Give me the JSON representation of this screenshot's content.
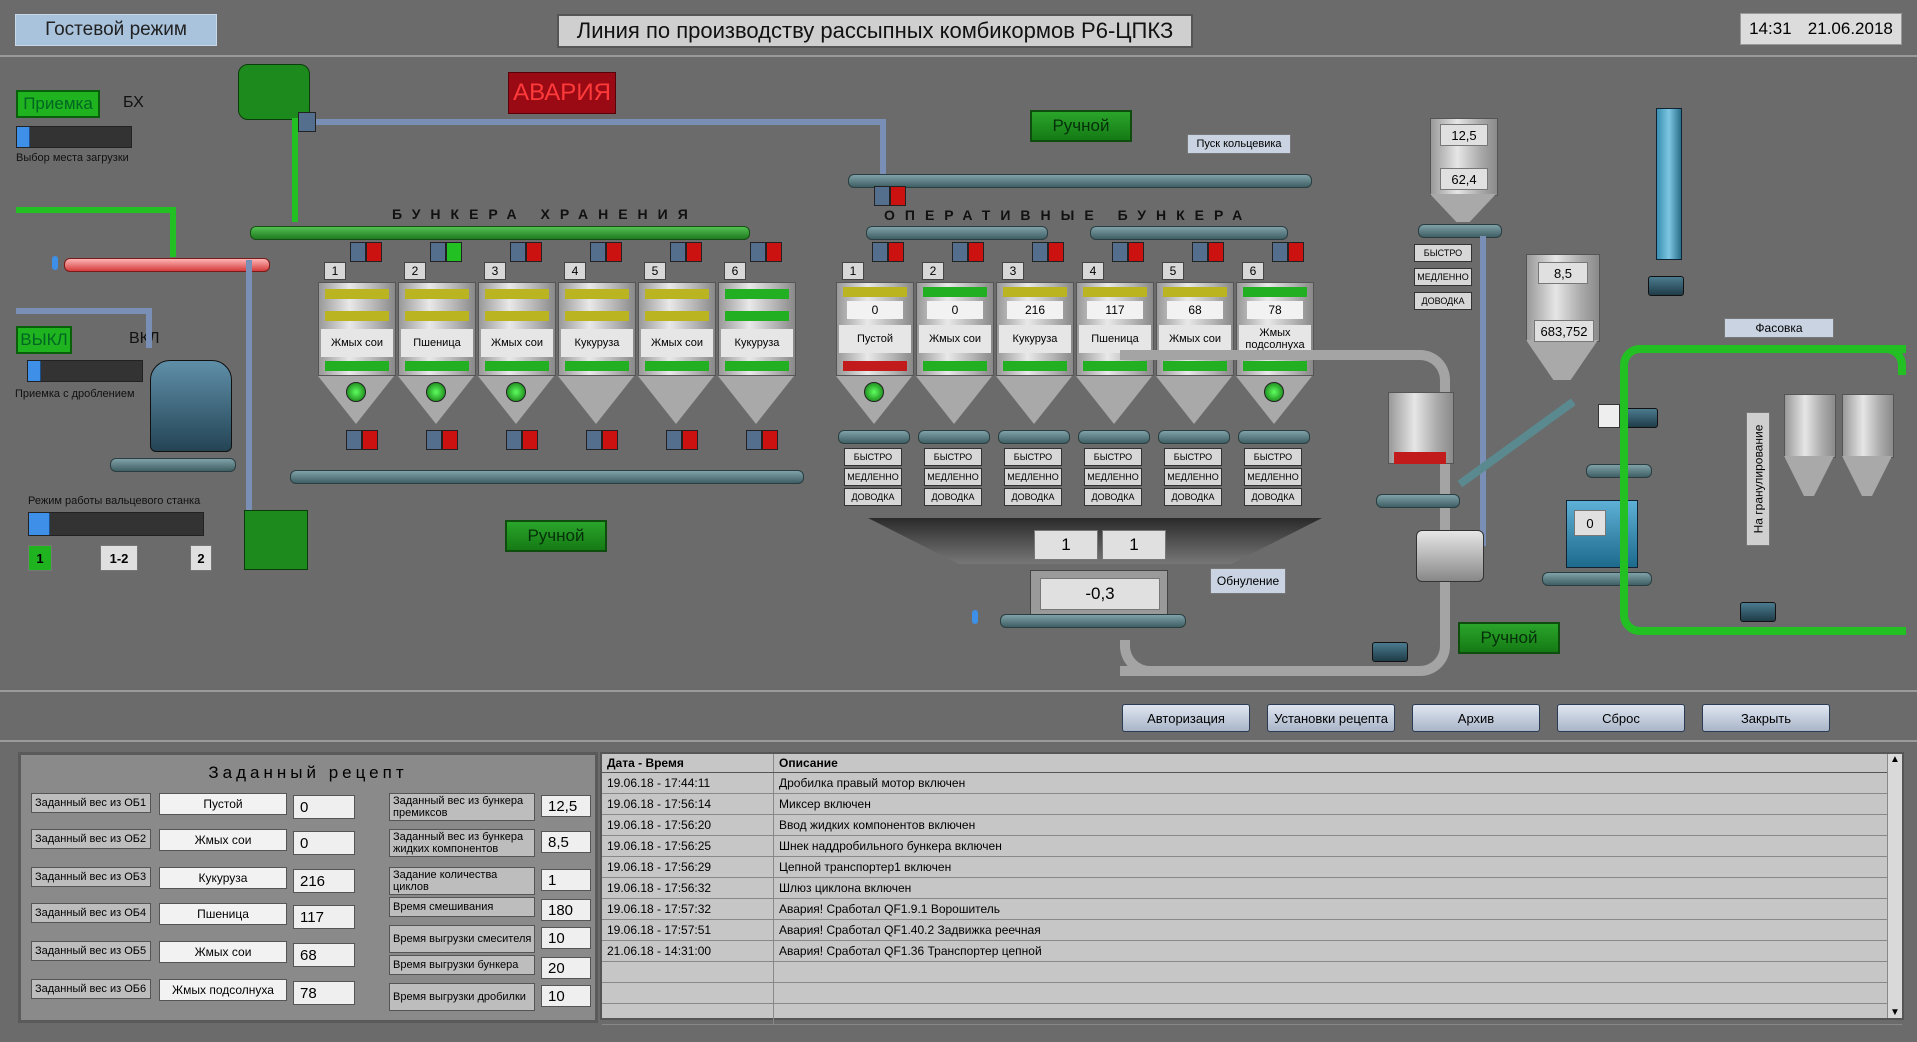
{
  "header": {
    "mode": "Гостевой режим",
    "title": "Линия по производству рассыпных комбикормов Р6-ЦПКЗ",
    "time": "14:31",
    "date": "21.06.2018"
  },
  "alarm": "АВАРИЯ",
  "left_panel": {
    "intake_button": "Приемка",
    "bx_label": "БХ",
    "load_place_label": "Выбор места загрузки",
    "off_button": "ВЫКЛ",
    "on_label": "ВКЛ",
    "crush_intake_label": "Приемка с дроблением",
    "mill_mode_label": "Режим работы вальцевого станка",
    "mill_mode_options": [
      "1",
      "1-2",
      "2"
    ]
  },
  "manual_labels": {
    "top": "Ручной",
    "storage": "Ручной",
    "right": "Ручной"
  },
  "ring_start": "Пуск кольцевика",
  "storage_header": "БУНКЕРА  ХРАНЕНИЯ",
  "operative_header": "ОПЕРАТИВНЫЕ  БУНКЕРА",
  "storage_bins": [
    {
      "n": "1",
      "label": "Жмых сои",
      "color": "#b9b420"
    },
    {
      "n": "2",
      "label": "Пшеница",
      "color": "#b9b420"
    },
    {
      "n": "3",
      "label": "Жмых сои",
      "color": "#b9b420"
    },
    {
      "n": "4",
      "label": "Кукуруза",
      "color": "#b9b420"
    },
    {
      "n": "5",
      "label": "Жмых сои",
      "color": "#b9b420"
    },
    {
      "n": "6",
      "label": "Кукуруза",
      "color": "#22b022"
    }
  ],
  "operative_bins": [
    {
      "n": "1",
      "value": "0",
      "label": "Пустой",
      "color": "#b9b420"
    },
    {
      "n": "2",
      "value": "0",
      "label": "Жмых сои",
      "color": "#22b022"
    },
    {
      "n": "3",
      "value": "216",
      "label": "Кукуруза",
      "color": "#b9b420"
    },
    {
      "n": "4",
      "value": "117",
      "label": "Пшеница",
      "color": "#b9b420"
    },
    {
      "n": "5",
      "value": "68",
      "label": "Жмых сои",
      "color": "#b9b420"
    },
    {
      "n": "6",
      "value": "78",
      "label": "Жмых подсолнуха",
      "color": "#22b022"
    }
  ],
  "speed_buttons": [
    "БЫСТРО",
    "МЕДЛЕННО",
    "ДОВОДКА"
  ],
  "scale": {
    "box1": "1",
    "box2": "1",
    "weight": "-0,3",
    "reset": "Обнуление"
  },
  "premix": {
    "top": "12,5",
    "bottom": "62,4"
  },
  "liquid": {
    "top": "8,5",
    "bottom": "683,752"
  },
  "mixer_value": "0",
  "packing": "Фасовка",
  "granulation": "На гранулирование",
  "nav": {
    "auth": "Авторизация",
    "recipe_settings": "Установки рецепта",
    "archive": "Архив",
    "reset": "Сброс",
    "close": "Закрыть"
  },
  "recipe": {
    "title": "Заданный рецепт",
    "rows": [
      {
        "label": "Заданный вес из ОБ1",
        "product": "Пустой",
        "value": "0"
      },
      {
        "label": "Заданный вес из ОБ2",
        "product": "Жмых сои",
        "value": "0"
      },
      {
        "label": "Заданный вес из ОБ3",
        "product": "Кукуруза",
        "value": "216"
      },
      {
        "label": "Заданный вес из ОБ4",
        "product": "Пшеница",
        "value": "117"
      },
      {
        "label": "Заданный вес из ОБ5",
        "product": "Жмых сои",
        "value": "68"
      },
      {
        "label": "Заданный вес из ОБ6",
        "product": "Жмых подсолнуха",
        "value": "78"
      }
    ],
    "params": [
      {
        "label": "Заданный вес из бункера премиксов",
        "value": "12,5"
      },
      {
        "label": "Заданный вес из бункера жидких компонентов",
        "value": "8,5"
      },
      {
        "label": "Задание количества циклов",
        "value": "1"
      },
      {
        "label": "Время смешивания",
        "value": "180"
      },
      {
        "label": "Время выгрузки смесителя",
        "value": "10"
      },
      {
        "label": "Время выгрузки бункера",
        "value": "20"
      },
      {
        "label": "Время выгрузки дробилки",
        "value": "10"
      }
    ]
  },
  "log": {
    "col1": "Дата - Время",
    "col2": "Описание",
    "rows": [
      {
        "t": "19.06.18 - 17:44:11",
        "d": "Дробилка правый мотор включен"
      },
      {
        "t": "19.06.18 - 17:56:14",
        "d": "Миксер включен"
      },
      {
        "t": "19.06.18 - 17:56:20",
        "d": "Ввод жидких компонентов включен"
      },
      {
        "t": "19.06.18 - 17:56:25",
        "d": "Шнек наддробильного бункера включен"
      },
      {
        "t": "19.06.18 - 17:56:29",
        "d": "Цепной транспортер1 включен"
      },
      {
        "t": "19.06.18 - 17:56:32",
        "d": "Шлюз циклона включен"
      },
      {
        "t": "19.06.18 - 17:57:32",
        "d": "Авария! Сработал QF1.9.1 Ворошитель"
      },
      {
        "t": "19.06.18 - 17:57:51",
        "d": "Авария! Сработал QF1.40.2 Задвижка реечная"
      },
      {
        "t": "21.06.18 - 14:31:00",
        "d": "Авария! Сработал QF1.36 Транспортер цепной"
      },
      {
        "t": "",
        "d": ""
      },
      {
        "t": "",
        "d": ""
      },
      {
        "t": "",
        "d": ""
      }
    ]
  }
}
